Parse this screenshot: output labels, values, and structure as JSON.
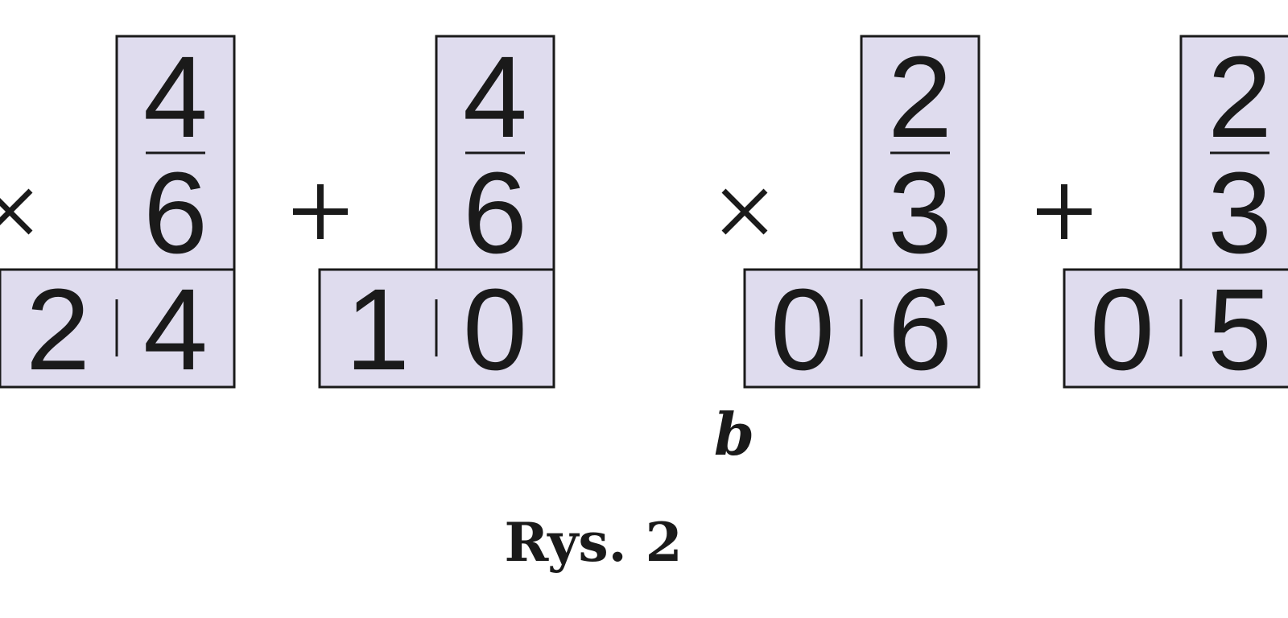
{
  "colors": {
    "fill": "#dfdcee",
    "stroke": "#1a1a1a"
  },
  "groups": [
    {
      "operator": "times",
      "numerator": "4",
      "denominator": "6",
      "digits": [
        "2",
        "4"
      ]
    },
    {
      "operator": "plus",
      "numerator": "4",
      "denominator": "6",
      "digits": [
        "1",
        "0"
      ]
    },
    {
      "operator": "times",
      "numerator": "2",
      "denominator": "3",
      "digits": [
        "0",
        "6"
      ]
    },
    {
      "operator": "plus",
      "numerator": "2",
      "denominator": "3",
      "digits": [
        "0",
        "5"
      ]
    }
  ],
  "sublabel": "b",
  "caption": "Rys. 2"
}
